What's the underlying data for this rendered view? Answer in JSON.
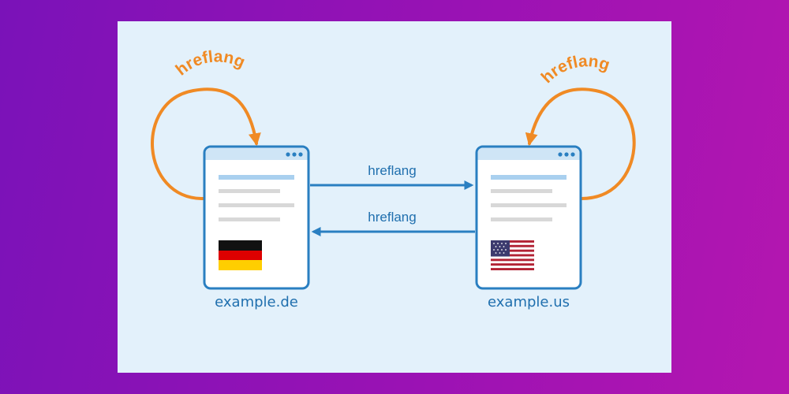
{
  "diagram": {
    "left_page": {
      "domain": "example.de",
      "flag": "germany-flag"
    },
    "right_page": {
      "domain": "example.us",
      "flag": "usa-flag"
    },
    "self_label_left": "hreflang",
    "self_label_right": "hreflang",
    "link_forward_label": "hreflang",
    "link_back_label": "hreflang",
    "colors": {
      "panel_bg": "#e3f1fb",
      "page_border": "#2a7fc1",
      "page_header": "#cfe5f6",
      "link_arrow": "#2a7fc1",
      "self_arrow": "#f08a24",
      "germany": [
        "#111111",
        "#dd0000",
        "#ffce00"
      ],
      "usa": [
        "#b22234",
        "#ffffff",
        "#3c3b6e"
      ]
    }
  }
}
